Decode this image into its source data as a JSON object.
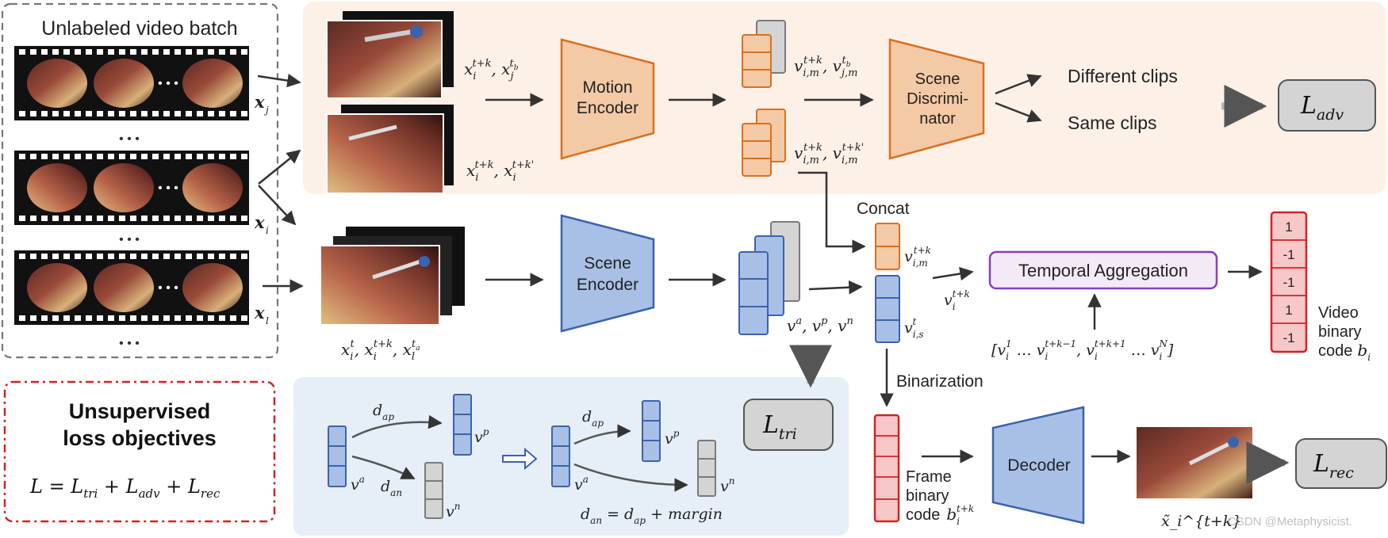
{
  "colors": {
    "orange_fill": "#f4c9a5",
    "orange_stroke": "#d9711f",
    "orange_panel": "#fdf0e7",
    "blue_fill": "#a8c0e6",
    "blue_stroke": "#3b62ad",
    "blue_panel": "#e6eef8",
    "gray_fill": "#d4d4d4",
    "gray_stroke": "#7a7a7a",
    "red_fill": "#f8c8c8",
    "red_stroke": "#d62027",
    "purple_stroke": "#8a3fb5",
    "arrow": "#333333"
  },
  "batch": {
    "title": "Unlabeled video batch",
    "dots": "• • •",
    "ellipsis": "• • •",
    "labels": [
      "x",
      "x",
      "x"
    ],
    "label_subs": [
      "j",
      "i",
      "l"
    ]
  },
  "top_inputs": {
    "pair1": "x_i^{t+k}, x_j^{t_b}",
    "pair2": "x_i^{t+k}, x_i^{t+k'}"
  },
  "motion_encoder": {
    "line1": "Motion",
    "line2": "Encoder"
  },
  "motion_outputs": {
    "out1": "v_{i,m}^{t+k}, v_{j,m}^{t_b}",
    "out2": "v_{i,m}^{t+k}, v_{i,m}^{t+k'}"
  },
  "scene_discriminator": {
    "line1": "Scene",
    "line2": "Discrimi-",
    "line3": "nator"
  },
  "disc_outputs": {
    "different": "Different clips",
    "same": "Same clips"
  },
  "losses": {
    "adv_main": "L",
    "adv_sub": "adv",
    "tri_main": "L",
    "tri_sub": "tri",
    "rec_main": "L",
    "rec_sub": "rec"
  },
  "scene_encoder": {
    "line1": "Scene",
    "line2": "Encoder"
  },
  "scene_inputs": "x_i^t, x_i^{t+k}, x_l^{t_a}",
  "scene_outputs": "v^a, v^p, v^n",
  "concat": {
    "label": "Concat",
    "motion_feat": "v_{i,m}^{t+k}",
    "scene_feat": "v_{i,s}^t",
    "combined": "v_i^{t+k}"
  },
  "temporal": {
    "label": "Temporal Aggregation",
    "context": "[v_i^1 … v_i^{t+k-1}, v_i^{t+k+1} … v_i^N]"
  },
  "video_code": {
    "values": [
      "1",
      "-1",
      "-1",
      "1",
      "-1"
    ],
    "line1": "Video",
    "line2": "binary",
    "line3": "code",
    "sym": "b_i"
  },
  "binarization": "Binarization",
  "frame_code": {
    "line1": "Frame",
    "line2": "binary",
    "line3": "code",
    "sym": "b_i^{t+k}"
  },
  "decoder": "Decoder",
  "recon": "x̃_i^{t+k}",
  "objectives": {
    "title1": "Unsupervised",
    "title2": "loss objectives",
    "formula": "L = L_tri + L_adv + L_rec"
  },
  "triplet": {
    "d_ap": "d_ap",
    "d_an": "d_an",
    "v_a": "v^a",
    "v_p": "v^p",
    "v_n": "v^n",
    "margin_eq": "d_an = d_ap + margin"
  },
  "watermark": "CSDN @Metaphysicist."
}
